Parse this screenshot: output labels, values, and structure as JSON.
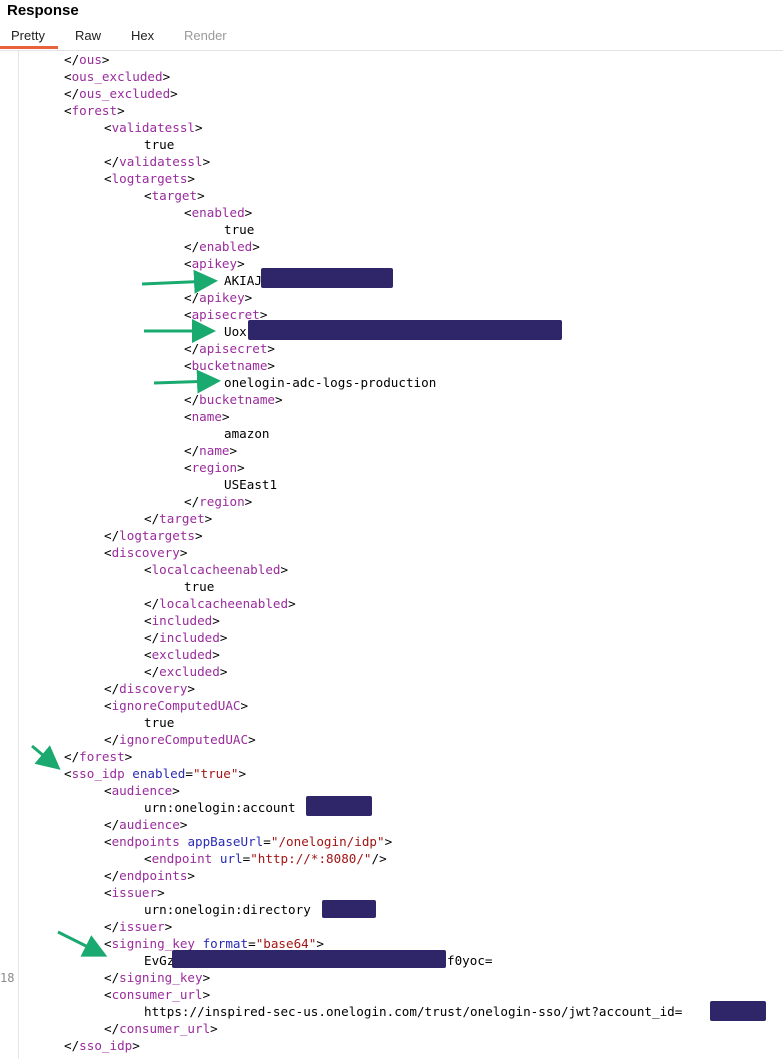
{
  "header": {
    "title": "Response",
    "tabs": [
      {
        "label": "Pretty",
        "active": true
      },
      {
        "label": "Raw"
      },
      {
        "label": "Hex"
      },
      {
        "label": "Render",
        "disabled": true
      }
    ]
  },
  "gutter": {
    "visible_line_number": "18"
  },
  "code": {
    "ous_close": "ous",
    "ous_excluded": "ous_excluded",
    "forest": "forest",
    "validatessl": "validatessl",
    "validatessl_value": "true",
    "logtargets": "logtargets",
    "target": "target",
    "enabled": "enabled",
    "enabled_value": "true",
    "apikey": "apikey",
    "apikey_value": "AKIAJ",
    "apisecret": "apisecret",
    "apisecret_value": "Uox",
    "bucketname": "bucketname",
    "bucketname_value": "onelogin-adc-logs-production",
    "name": "name",
    "name_value": "amazon",
    "region": "region",
    "region_value": "USEast1",
    "discovery": "discovery",
    "localcacheenabled": "localcacheenabled",
    "localcacheenabled_value": "true",
    "included": "included",
    "excluded": "excluded",
    "ignoreComputedUAC": "ignoreComputedUAC",
    "ignoreComputedUAC_value": "true",
    "sso_idp": "sso_idp",
    "sso_idp_attr": "enabled",
    "sso_idp_attr_value": "\"true\"",
    "audience": "audience",
    "audience_value": "urn:onelogin:account",
    "endpoints": "endpoints",
    "endpoints_attr": "appBaseUrl",
    "endpoints_attr_value": "\"/onelogin/idp\"",
    "endpoint": "endpoint",
    "endpoint_attr": "url",
    "endpoint_attr_value": "\"http://*:8080/\"",
    "issuer": "issuer",
    "issuer_value": "urn:onelogin:directory",
    "signing_key": "signing_key",
    "signing_key_attr": "format",
    "signing_key_attr_value": "\"base64\"",
    "signing_key_value_start": "EvGz",
    "signing_key_value_end": "f0yoc=",
    "consumer_url": "consumer_url",
    "consumer_url_value": "https://inspired-sec-us.onelogin.com/trust/onelogin-sso/jwt?account_id="
  },
  "colors": {
    "tag": "#9a2c9d",
    "attr_name": "#2a2bb5",
    "attr_value": "#a31515",
    "redaction": "#2e2669",
    "annotation_arrow": "#1aaa6f",
    "active_tab_underline": "#e8623c"
  }
}
